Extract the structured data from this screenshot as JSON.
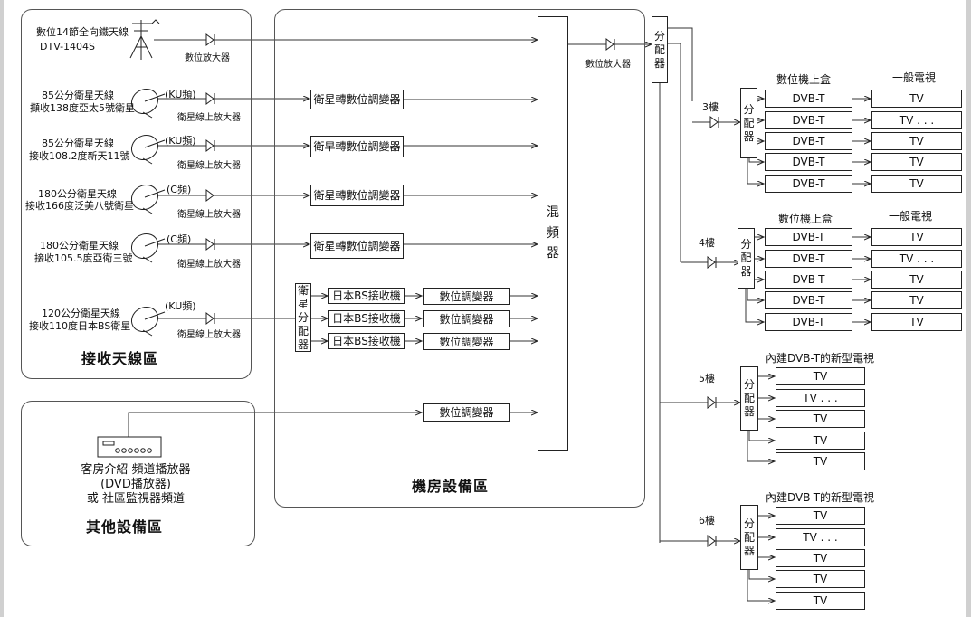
{
  "regions": {
    "antenna": "接收天線區",
    "other": "其他設備區",
    "machine_room": "機房設備區"
  },
  "antennas": [
    {
      "line1": "數位14節全向鐵天線",
      "line2": "DTV-1404S",
      "amp": "數位放大器",
      "band": ""
    },
    {
      "line1": "85公分衛星天線",
      "line2": "擷收138度亞太5號衛星",
      "amp": "衛星線上放大器",
      "band": "(KU頻)"
    },
    {
      "line1": "85公分衛星天線",
      "line2": "接收108.2度新天11號",
      "amp": "衛星線上放大器",
      "band": "(KU頻)"
    },
    {
      "line1": "180公分衛星天線",
      "line2": "接收166度泛美八號衛星",
      "amp": "衛星線上放大器",
      "band": "(C頻)"
    },
    {
      "line1": "180公分衛星天線",
      "line2": "接收105.5度亞衛三號",
      "amp": "衛星線上放大器",
      "band": "(C頻)"
    },
    {
      "line1": "120公分衛星天線",
      "line2": "接收110度日本BS衛星",
      "amp": "衛星線上放大器",
      "band": "(KU頻)"
    }
  ],
  "modulators_sat": [
    "衛星轉數位調變器",
    "衛早轉數位調變器",
    "衛星轉數位調變器",
    "衛星轉數位調變器"
  ],
  "sat_splitter": "衛星分配器",
  "bs_receivers": [
    "日本BS接收機",
    "日本BS接收機",
    "日本BS接收機"
  ],
  "bs_modulators": [
    "數位調變器",
    "數位調變器",
    "數位調變器"
  ],
  "other_modulator": "數位調變器",
  "mixer": "混頻器",
  "player": {
    "line1": "客房介紹 頻道播放器",
    "line2": "(DVD播放器)",
    "line3": "或 社區監視器頻道"
  },
  "main_amp": "數位放大器",
  "main_splitter": "分配器",
  "floor_splitter": "分配器",
  "floors": [
    {
      "label": "3樓",
      "h1": "數位機上盒",
      "h2": "一般電視",
      "stb": [
        "DVB-T",
        "DVB-T",
        "DVB-T",
        "DVB-T",
        "DVB-T"
      ],
      "tv": [
        "TV",
        "TV . . .",
        "TV",
        "TV",
        "TV"
      ]
    },
    {
      "label": "4樓",
      "h1": "數位機上盒",
      "h2": "一般電視",
      "stb": [
        "DVB-T",
        "DVB-T",
        "DVB-T",
        "DVB-T",
        "DVB-T"
      ],
      "tv": [
        "TV",
        "TV . . .",
        "TV",
        "TV",
        "TV"
      ]
    },
    {
      "label": "5樓",
      "h1": "內建DVB-T的新型電視",
      "tv": [
        "TV",
        "TV . . .",
        "TV",
        "TV",
        "TV"
      ]
    },
    {
      "label": "6樓",
      "h1": "內建DVB-T的新型電視",
      "tv": [
        "TV",
        "TV . . .",
        "TV",
        "TV",
        "TV"
      ]
    }
  ]
}
